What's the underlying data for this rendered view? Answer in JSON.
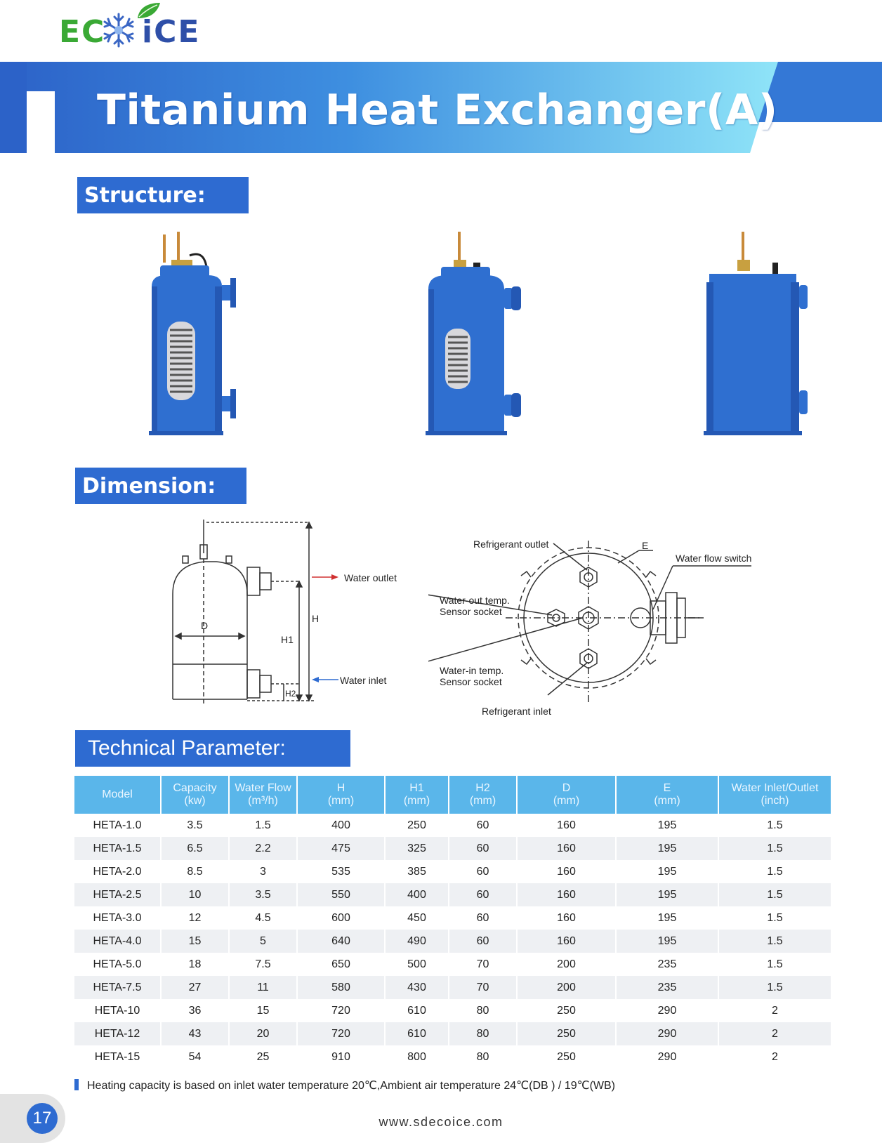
{
  "brand": {
    "logo_left": "EC",
    "logo_right": "iCE",
    "green": "#3aa935",
    "blue": "#2e4fa8"
  },
  "page_title": "Titanium Heat Exchanger(A)",
  "sections": {
    "structure": "Structure:",
    "dimension": "Dimension:",
    "technical": "Technical Parameter:"
  },
  "products": [
    {
      "icon": "heat-exchanger-flanged"
    },
    {
      "icon": "heat-exchanger-union"
    },
    {
      "icon": "heat-exchanger-closed"
    }
  ],
  "side_view": {
    "water_outlet": "Water outlet",
    "water_inlet": "Water inlet",
    "h": "H",
    "h1": "H1",
    "h2": "H2",
    "d": "D"
  },
  "top_view": {
    "refrigerant_outlet": "Refrigerant outlet",
    "e": "E",
    "water_flow_switch": "Water flow switch",
    "water_out_temp_1": "Water-out temp.",
    "water_out_temp_2": "Sensor socket",
    "water_in_temp_1": "Water-in temp.",
    "water_in_temp_2": "Sensor socket",
    "refrigerant_inlet": "Refrigerant inlet"
  },
  "table": {
    "headers": [
      {
        "l1": "Model",
        "l2": ""
      },
      {
        "l1": "Capacity",
        "l2": "(kw)"
      },
      {
        "l1": "Water Flow",
        "l2": "(m³/h)"
      },
      {
        "l1": "H",
        "l2": "(mm)"
      },
      {
        "l1": "H1",
        "l2": "(mm)"
      },
      {
        "l1": "H2",
        "l2": "(mm)"
      },
      {
        "l1": "D",
        "l2": "(mm)"
      },
      {
        "l1": "E",
        "l2": "(mm)"
      },
      {
        "l1": "Water Inlet/Outlet",
        "l2": "(inch)"
      }
    ],
    "rows": [
      [
        "HETA-1.0",
        "3.5",
        "1.5",
        "400",
        "250",
        "60",
        "160",
        "195",
        "1.5"
      ],
      [
        "HETA-1.5",
        "6.5",
        "2.2",
        "475",
        "325",
        "60",
        "160",
        "195",
        "1.5"
      ],
      [
        "HETA-2.0",
        "8.5",
        "3",
        "535",
        "385",
        "60",
        "160",
        "195",
        "1.5"
      ],
      [
        "HETA-2.5",
        "10",
        "3.5",
        "550",
        "400",
        "60",
        "160",
        "195",
        "1.5"
      ],
      [
        "HETA-3.0",
        "12",
        "4.5",
        "600",
        "450",
        "60",
        "160",
        "195",
        "1.5"
      ],
      [
        "HETA-4.0",
        "15",
        "5",
        "640",
        "490",
        "60",
        "160",
        "195",
        "1.5"
      ],
      [
        "HETA-5.0",
        "18",
        "7.5",
        "650",
        "500",
        "70",
        "200",
        "235",
        "1.5"
      ],
      [
        "HETA-7.5",
        "27",
        "11",
        "580",
        "430",
        "70",
        "200",
        "235",
        "1.5"
      ],
      [
        "HETA-10",
        "36",
        "15",
        "720",
        "610",
        "80",
        "250",
        "290",
        "2"
      ],
      [
        "HETA-12",
        "43",
        "20",
        "720",
        "610",
        "80",
        "250",
        "290",
        "2"
      ],
      [
        "HETA-15",
        "54",
        "25",
        "910",
        "800",
        "80",
        "250",
        "290",
        "2"
      ]
    ]
  },
  "note": "Heating capacity is based on inlet water temperature 20℃,Ambient air  temperature 24℃(DB ) / 19℃(WB)",
  "footer": {
    "url": "www.sdecoice.com",
    "page_number": "17"
  },
  "colors": {
    "section_blue": "#2e6bd1",
    "table_header": "#5ab6ea",
    "product_blue": "#2f6fd0"
  }
}
